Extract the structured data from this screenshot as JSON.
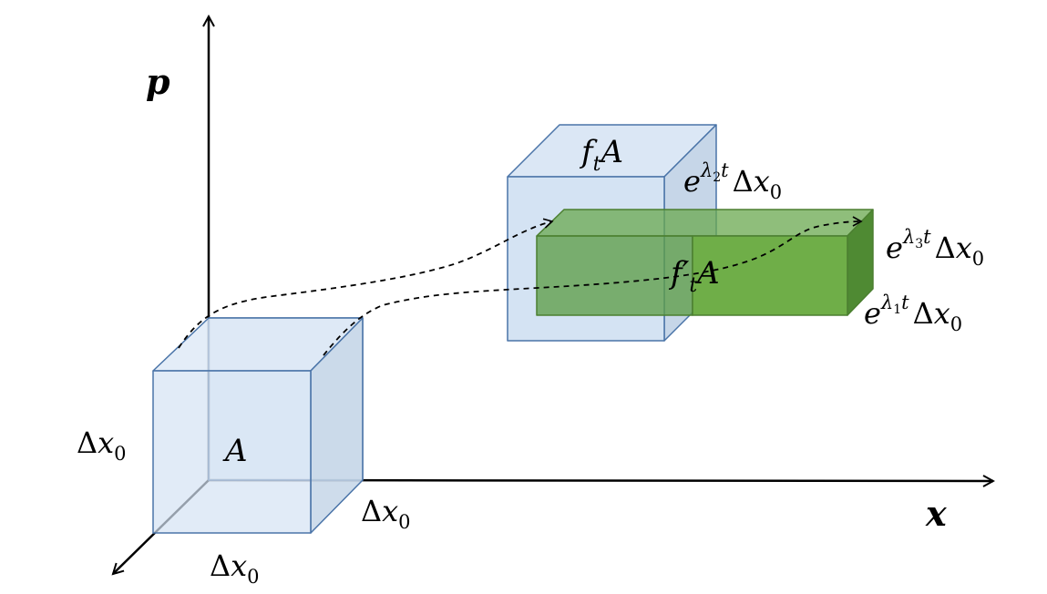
{
  "axes": {
    "vertical_label": "p",
    "horizontal_label": "x"
  },
  "region_labels": {
    "initial": "A",
    "evolved": {
      "main": "f",
      "sub": "t",
      "tail": "A"
    },
    "linearized": {
      "main": "f′",
      "sub": "t",
      "tail": "A"
    }
  },
  "dimension_labels": {
    "left": {
      "delta": "Δ",
      "var": "x",
      "sub": "0"
    },
    "right": {
      "delta": "Δ",
      "var": "x",
      "sub": "0"
    },
    "bottom": {
      "delta": "Δ",
      "var": "x",
      "sub": "0"
    },
    "lambda2": {
      "base": "e",
      "sup_greek": "λ",
      "sup_sub": "2",
      "sup_t": "t",
      "delta": "Δ",
      "var": "x",
      "sub": "0"
    },
    "lambda3": {
      "base": "e",
      "sup_greek": "λ",
      "sup_sub": "3",
      "sup_t": "t",
      "delta": "Δ",
      "var": "x",
      "sub": "0"
    },
    "lambda1": {
      "base": "e",
      "sup_greek": "λ",
      "sup_sub": "1",
      "sup_t": "t",
      "delta": "Δ",
      "var": "x",
      "sub": "0"
    }
  },
  "colors": {
    "cube_fill": "#d4e3f3",
    "cube_side": "#c6d6e8",
    "cube_stroke": "#4a74a8",
    "green_front": "#6aa84f",
    "green_top": "#8cc06c",
    "green_side": "#4f8a33",
    "green_stroke": "#4b7f30"
  }
}
